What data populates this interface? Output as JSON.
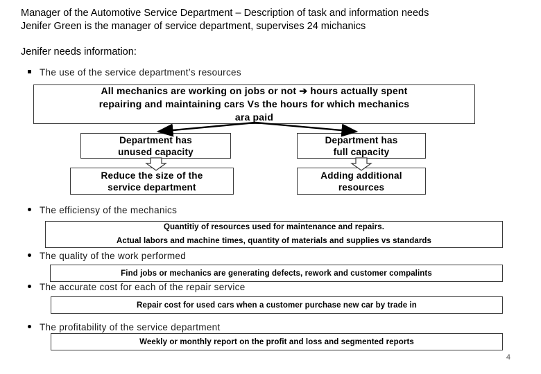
{
  "header": {
    "line1": "Manager of the Automotive Service Department – Description of task and information needs",
    "line2": "Jenifer Green is the manager of service department, supervises 24 michanics",
    "intro": "Jenifer needs information:"
  },
  "bullets": [
    {
      "marker": "square-bullet-icon",
      "label": "The use of the service department’s resources"
    },
    {
      "marker": "round-bullet-icon",
      "label": "The efficiensy of the mechanics"
    },
    {
      "marker": "round-bullet-icon",
      "label": "The quality of the work performed"
    },
    {
      "marker": "round-bullet-icon",
      "label": "The accurate cost for each of the repair service"
    },
    {
      "marker": "round-bullet-icon",
      "label": "The profitability of the service department"
    }
  ],
  "diagram": {
    "top_box": {
      "line1": "All mechanics are working on jobs or not ➔ hours actually spent",
      "line2": "repairing and maintaining cars Vs  the hours for which mechanics",
      "line3": "ara paid"
    },
    "left_branch": {
      "condition_line1": "Department has",
      "condition_line2": "unused capacity",
      "action_line1": "Reduce the size of the",
      "action_line2": "service department"
    },
    "right_branch": {
      "condition_line1": "Department has",
      "condition_line2": "full capacity",
      "action_line1": "Adding additional",
      "action_line2": "resources"
    }
  },
  "info_boxes": {
    "efficiency_line1": "Quantitiy of resources used for maintenance and repairs.",
    "efficiency_line2": "Actual labors and machine times, quantity of materials and supplies vs standards",
    "quality": "Find jobs or mechanics are generating defects, rework and customer compalints",
    "cost": "Repair cost for used cars when a customer purchase new car by trade in",
    "profit": "Weekly or monthly report on the profit and loss and segmented reports"
  },
  "footer": {
    "page_number": "4"
  },
  "colors": {
    "text": "#000000",
    "box_border": "#3a3a3a",
    "background": "#ffffff",
    "page_number": "#555555"
  }
}
